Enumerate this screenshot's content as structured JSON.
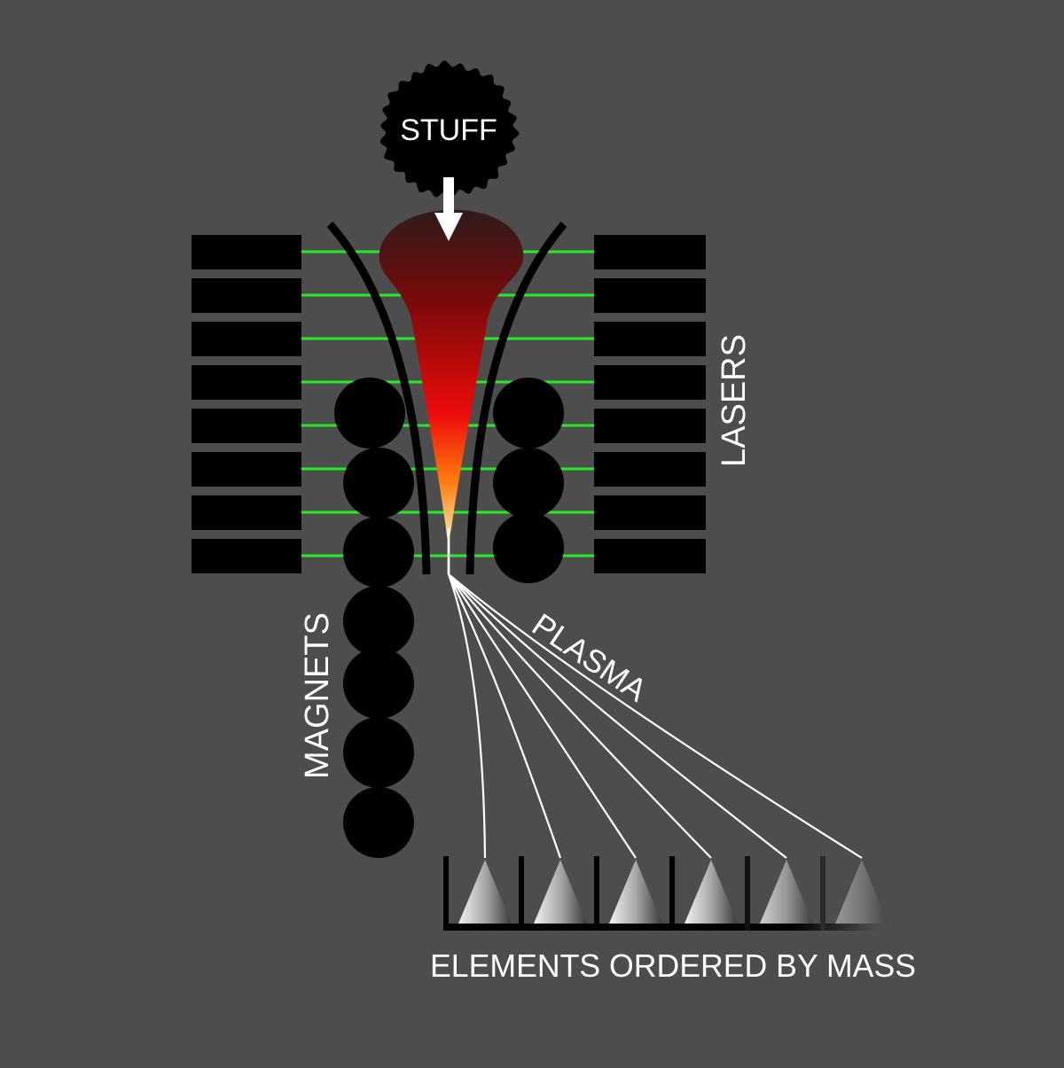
{
  "labels": {
    "stuff": "STUFF",
    "lasers": "LASERS",
    "magnets": "MAGNETS",
    "plasma": "PLASMA",
    "elements": "ELEMENTS ORDERED BY MASS"
  },
  "colors": {
    "background": "#4d4d4d",
    "shape": "#000000",
    "laser_beam": "#22ee22",
    "text": "#ffffff",
    "plume_top": "#3a1a1a",
    "plume_mid": "#e00000",
    "plume_bottom": "#ffe08a"
  },
  "counts": {
    "laser_blocks_per_side": 8,
    "separator_bins": 6
  }
}
